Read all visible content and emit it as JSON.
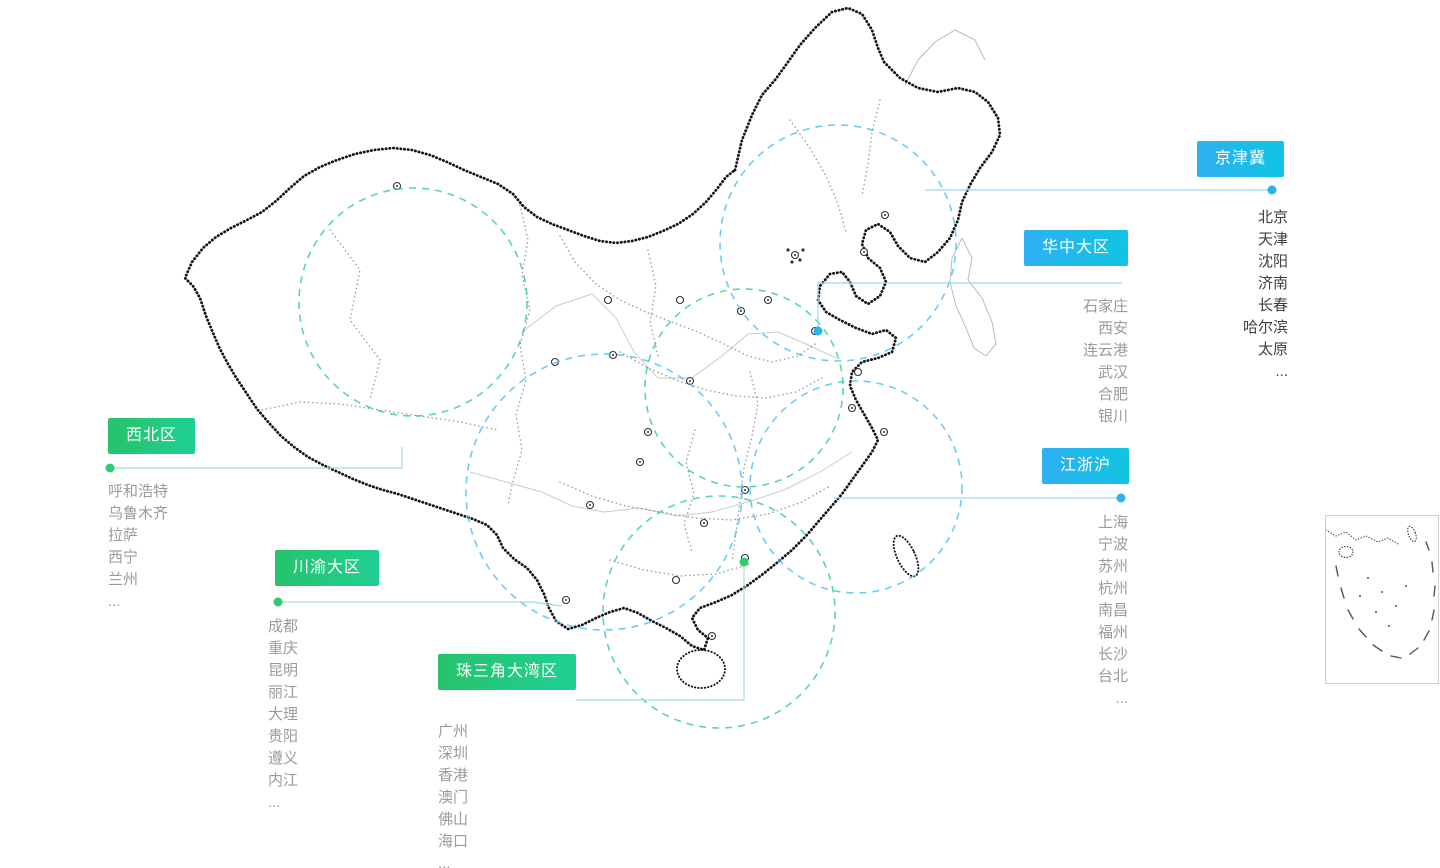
{
  "colors": {
    "accent_blue": "#2bb3f0",
    "accent_green": "#2ecc71",
    "connector_blue": "#9ed5ef",
    "connector_green": "#9fe3c6",
    "city_text_gray": "#9b9b9b",
    "city_text_dark": "#3f3f3f",
    "map_ink": "#111111"
  },
  "regions": [
    {
      "id": "jingjinji",
      "label": "京津冀",
      "theme": "blue",
      "cities": [
        "北京",
        "天津",
        "沈阳",
        "济南",
        "长春",
        "哈尔滨",
        "太原",
        "..."
      ]
    },
    {
      "id": "huazhong",
      "label": "华中大区",
      "theme": "blue",
      "cities": [
        "石家庄",
        "西安",
        "连云港",
        "武汉",
        "合肥",
        "银川"
      ]
    },
    {
      "id": "xibei",
      "label": "西北区",
      "theme": "green",
      "cities": [
        "呼和浩特",
        "乌鲁木齐",
        "拉萨",
        "西宁",
        "兰州",
        "..."
      ]
    },
    {
      "id": "chuanyu",
      "label": "川渝大区",
      "theme": "green",
      "cities": [
        "成都",
        "重庆",
        "昆明",
        "丽江",
        "大理",
        "贵阳",
        "遵义",
        "内江",
        "..."
      ]
    },
    {
      "id": "zhusanjiao",
      "label": "珠三角大湾区",
      "theme": "green",
      "cities": [
        "广州",
        "深圳",
        "香港",
        "澳门",
        "佛山",
        "海口",
        "..."
      ]
    },
    {
      "id": "jiangzhehu",
      "label": "江浙沪",
      "theme": "blue",
      "cities": [
        "上海",
        "宁波",
        "苏州",
        "杭州",
        "南昌",
        "福州",
        "长沙",
        "台北",
        "..."
      ]
    }
  ]
}
